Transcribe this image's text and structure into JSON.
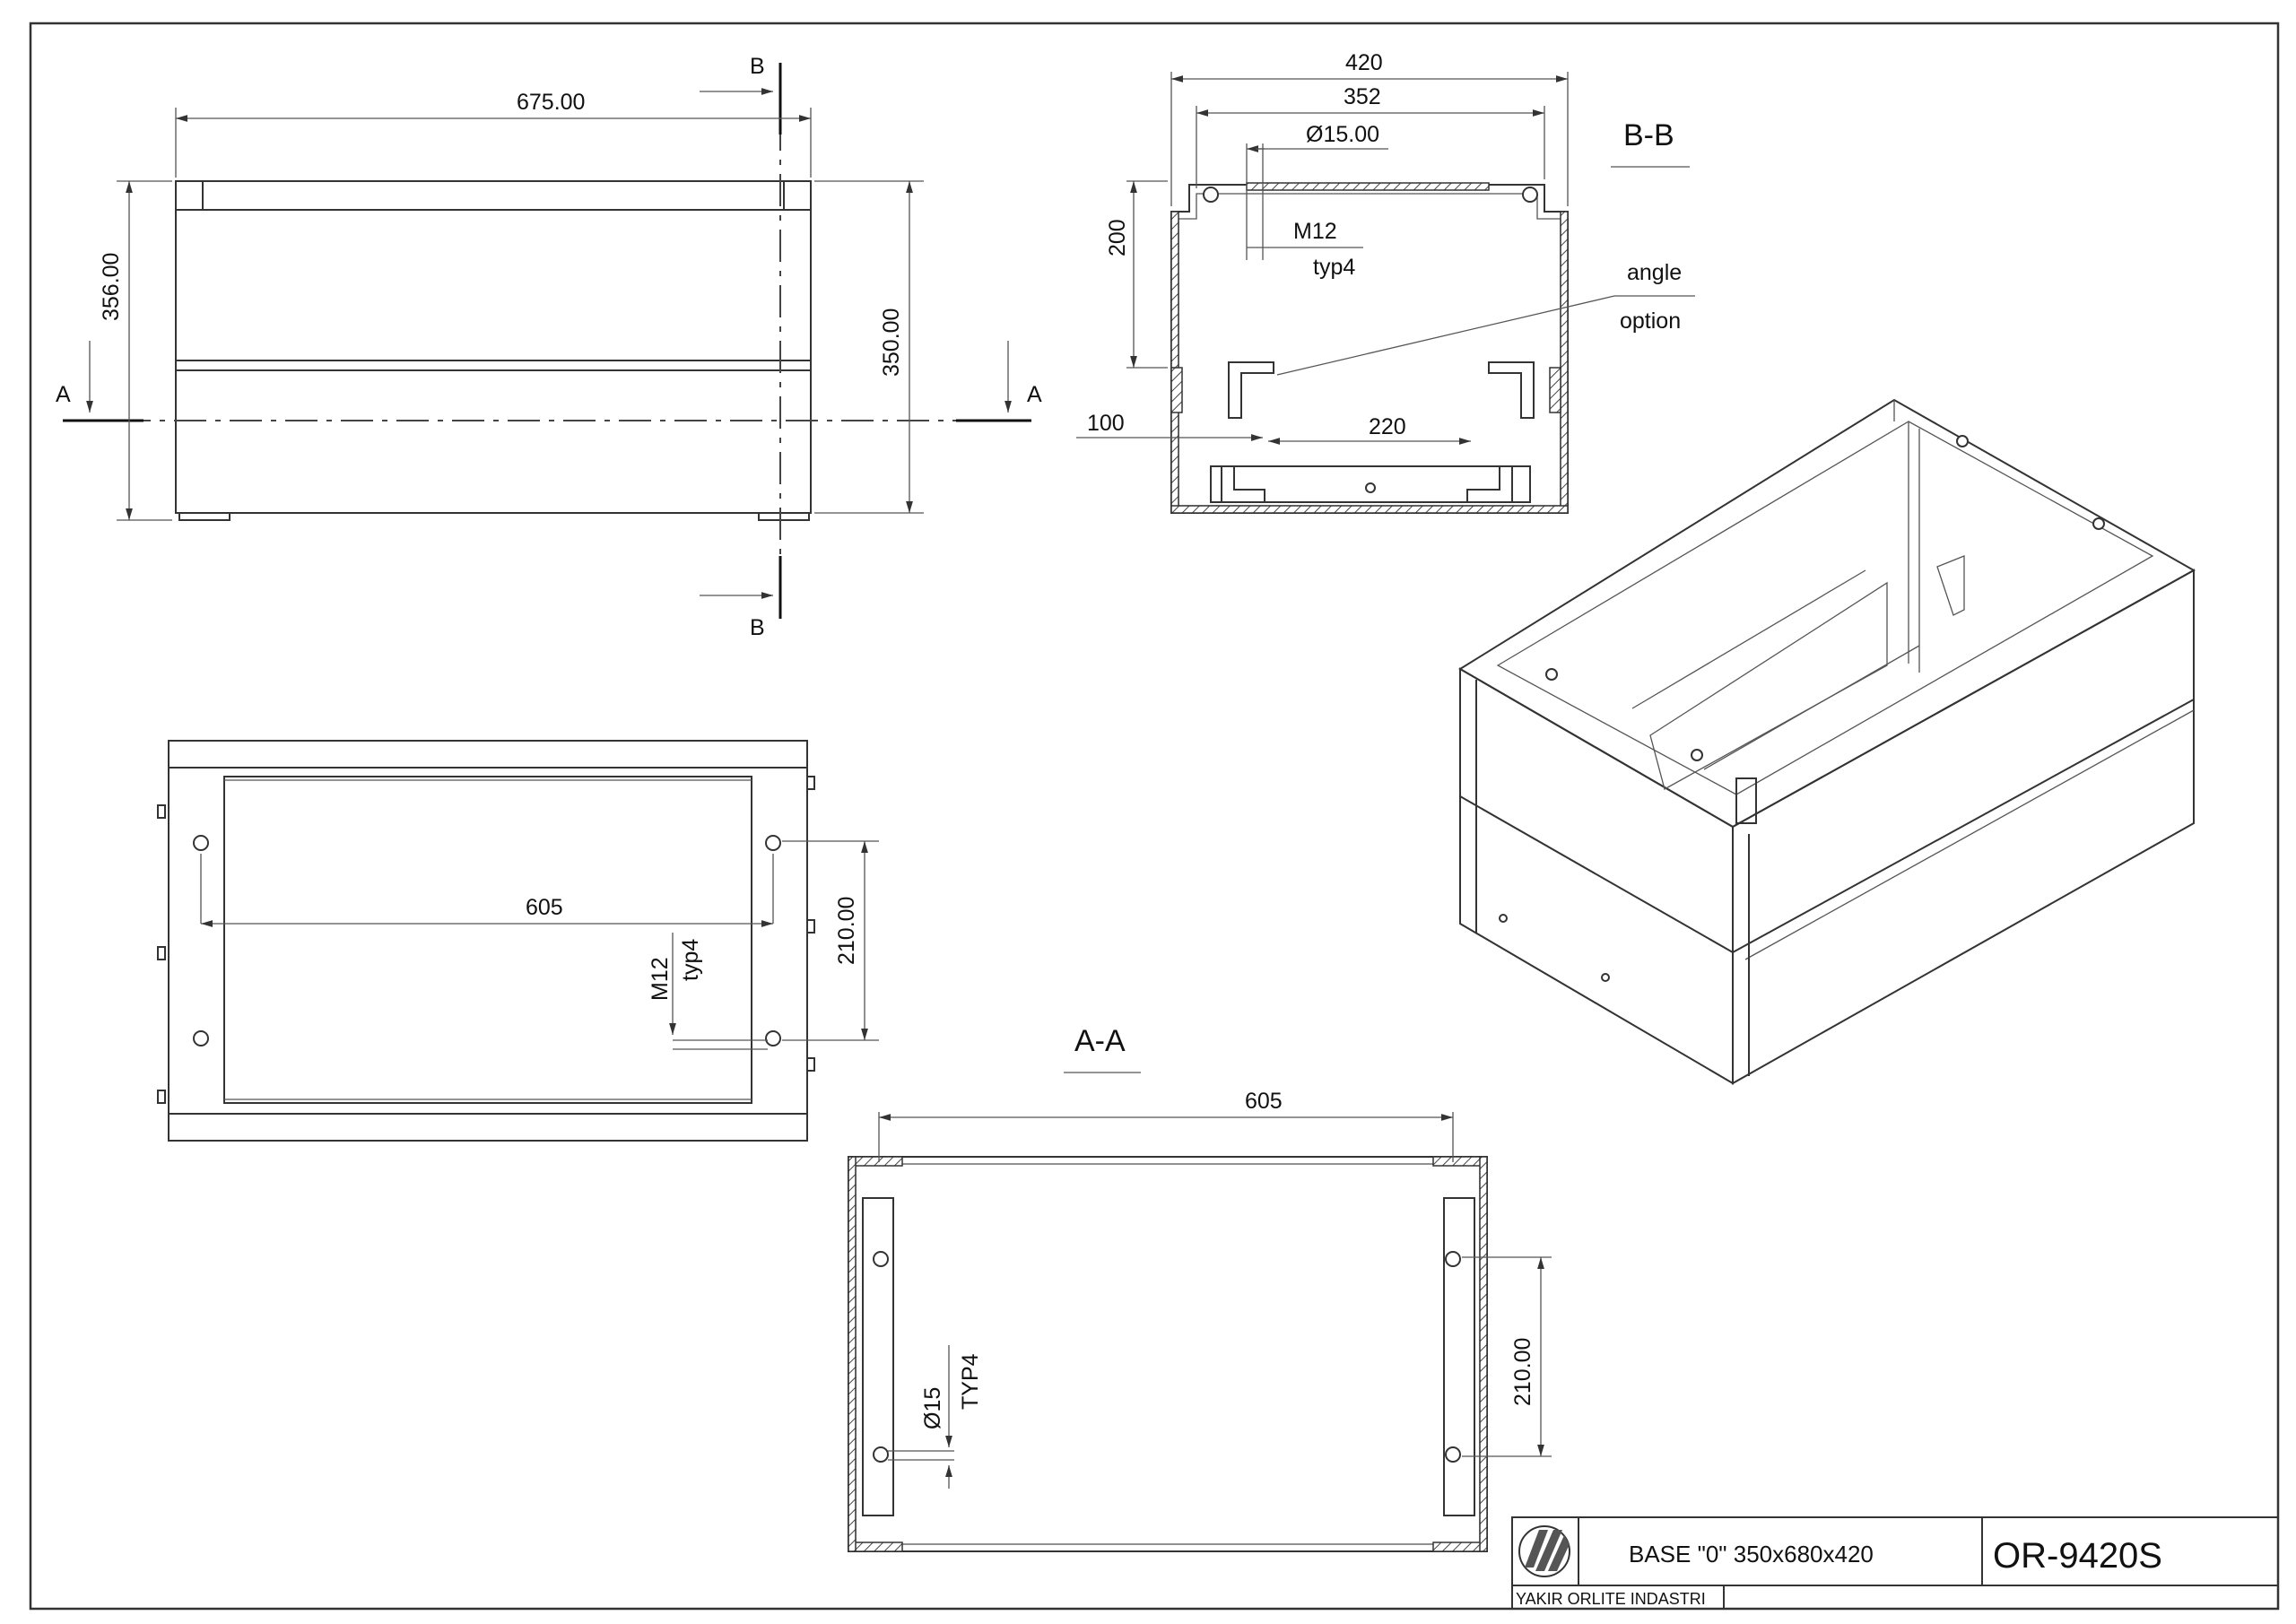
{
  "front_view": {
    "width_dim": "675.00",
    "height_outer_dim": "356.00",
    "height_inner_dim": "350.00",
    "section_a_left": "A",
    "section_a_right": "A",
    "section_b_top": "B",
    "section_b_bottom": "B"
  },
  "section_bb": {
    "title": "B-B",
    "dim_420": "420",
    "dim_352": "352",
    "dim_hole": "Ø15.00",
    "dim_thread": "M12",
    "dim_typ": "typ4",
    "dim_200": "200",
    "dim_100": "100",
    "dim_220": "220",
    "note_line1": "angle",
    "note_line2": "option"
  },
  "top_view": {
    "dim_605": "605",
    "dim_210": "210.00",
    "dim_thread": "M12",
    "dim_typ": "typ4"
  },
  "section_aa": {
    "title": "A-A",
    "dim_605": "605",
    "dim_210": "210.00",
    "dim_hole": "Ø15",
    "dim_typ": "TYP4"
  },
  "title_block": {
    "description": "BASE \"0\" 350x680x420",
    "part_number": "OR-9420S",
    "company": "YAKIR ORLITE INDASTRI"
  }
}
